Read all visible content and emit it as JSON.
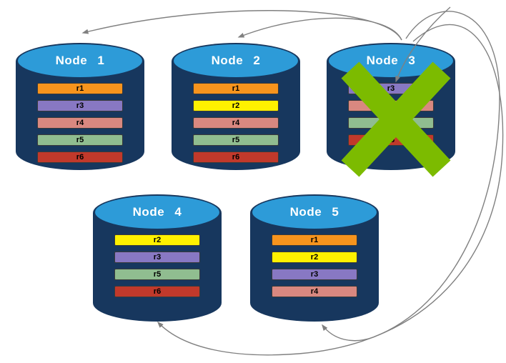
{
  "diagram": {
    "description_hint": "replicated database nodes with failed node re-replication"
  },
  "nodes": [
    {
      "name": "Node 1",
      "replicas": [
        "r1",
        "r3",
        "r4",
        "r5",
        "r6"
      ],
      "failed": false
    },
    {
      "name": "Node 2",
      "replicas": [
        "r1",
        "r2",
        "r4",
        "r5",
        "r6"
      ],
      "failed": false
    },
    {
      "name": "Node 3",
      "replicas": [
        "r3",
        "r4",
        "r5",
        "r6"
      ],
      "failed": true
    },
    {
      "name": "Node 4",
      "replicas": [
        "r2",
        "r3",
        "r5",
        "r6"
      ],
      "failed": false
    },
    {
      "name": "Node 5",
      "replicas": [
        "r1",
        "r2",
        "r3",
        "r4"
      ],
      "failed": false
    }
  ],
  "replica_colors": {
    "r1": "#F7941D",
    "r2": "#FFF100",
    "r3": "#8878C3",
    "r4": "#D98880",
    "r5": "#90BD90",
    "r6": "#C1392B"
  },
  "colors": {
    "background": "#FFFFFF",
    "cylinder_body": "#17375E",
    "cylinder_top": "#2D9BD8",
    "arrow": "#808080",
    "failure_x": "#7CBB00"
  }
}
